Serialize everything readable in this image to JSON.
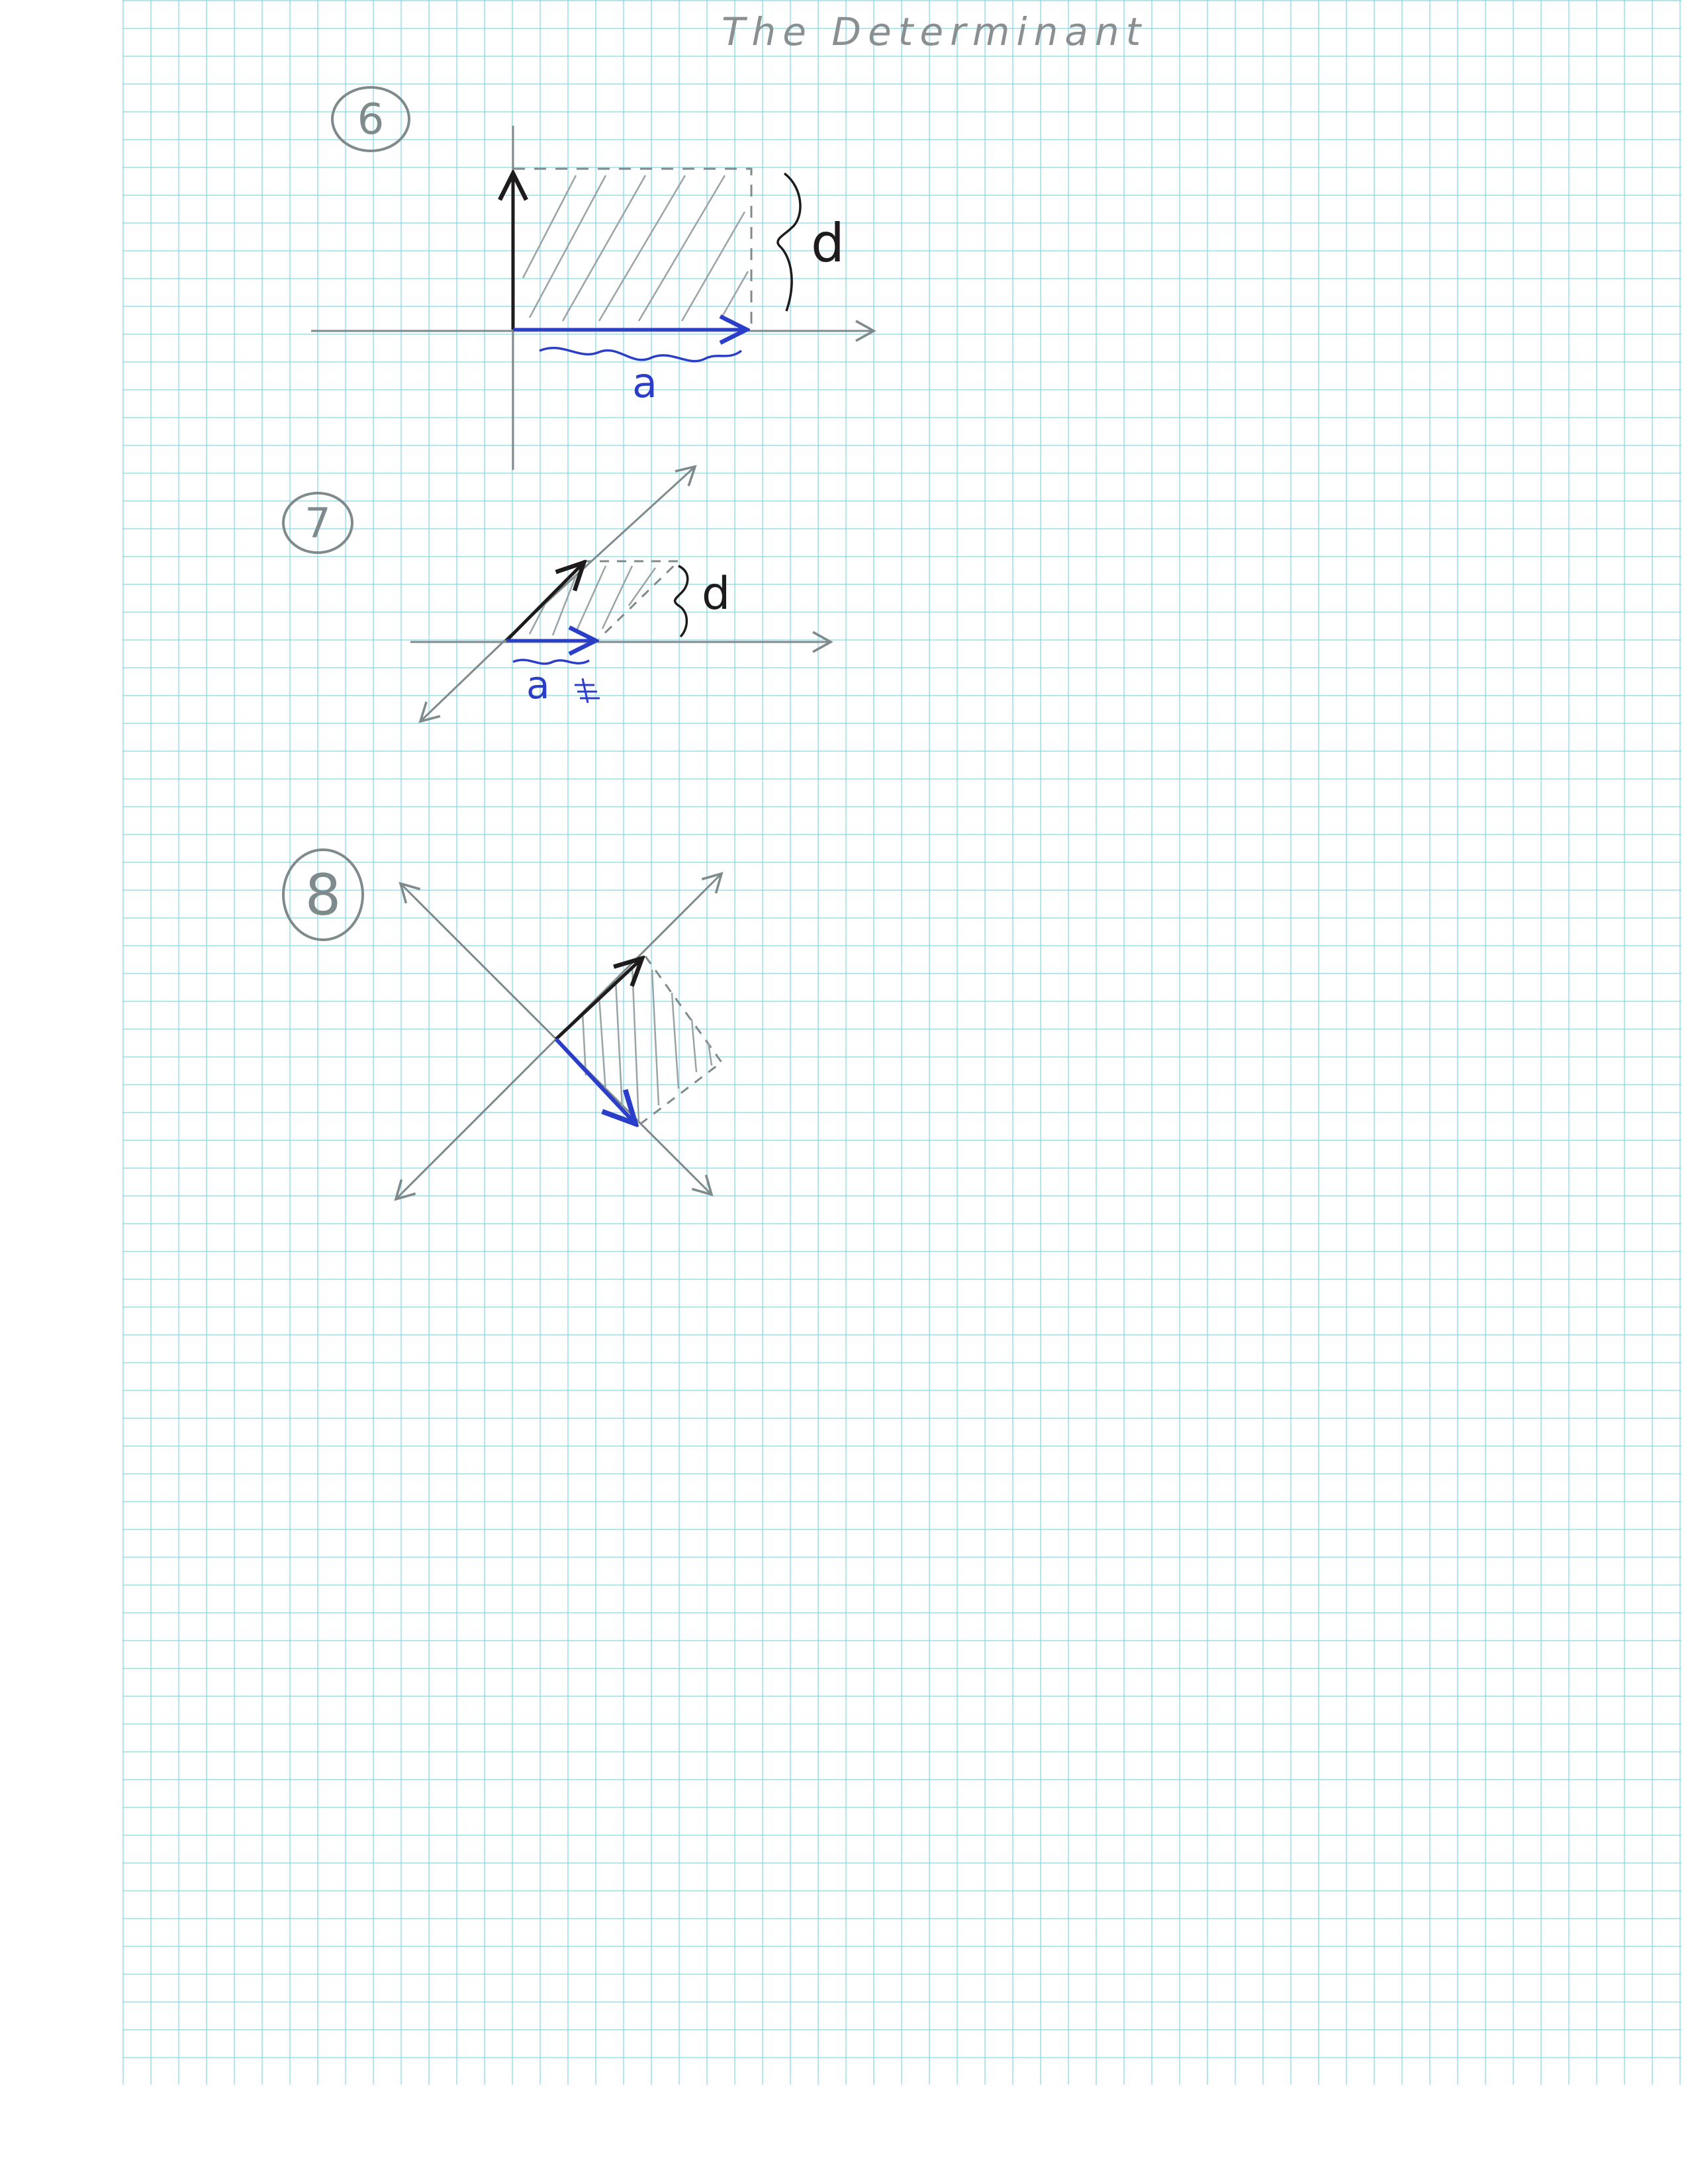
{
  "page": {
    "title": "The Determinant"
  },
  "figures": [
    {
      "number": "6",
      "height_label": "d",
      "width_label": "a"
    },
    {
      "number": "7",
      "height_label": "d",
      "width_label": "a"
    },
    {
      "number": "8"
    }
  ],
  "colors": {
    "pencil": "#7f8a8c",
    "ink_black": "#1e1b1d",
    "ink_blue": "#2b3ec9",
    "grid": "#8fd8e3"
  }
}
